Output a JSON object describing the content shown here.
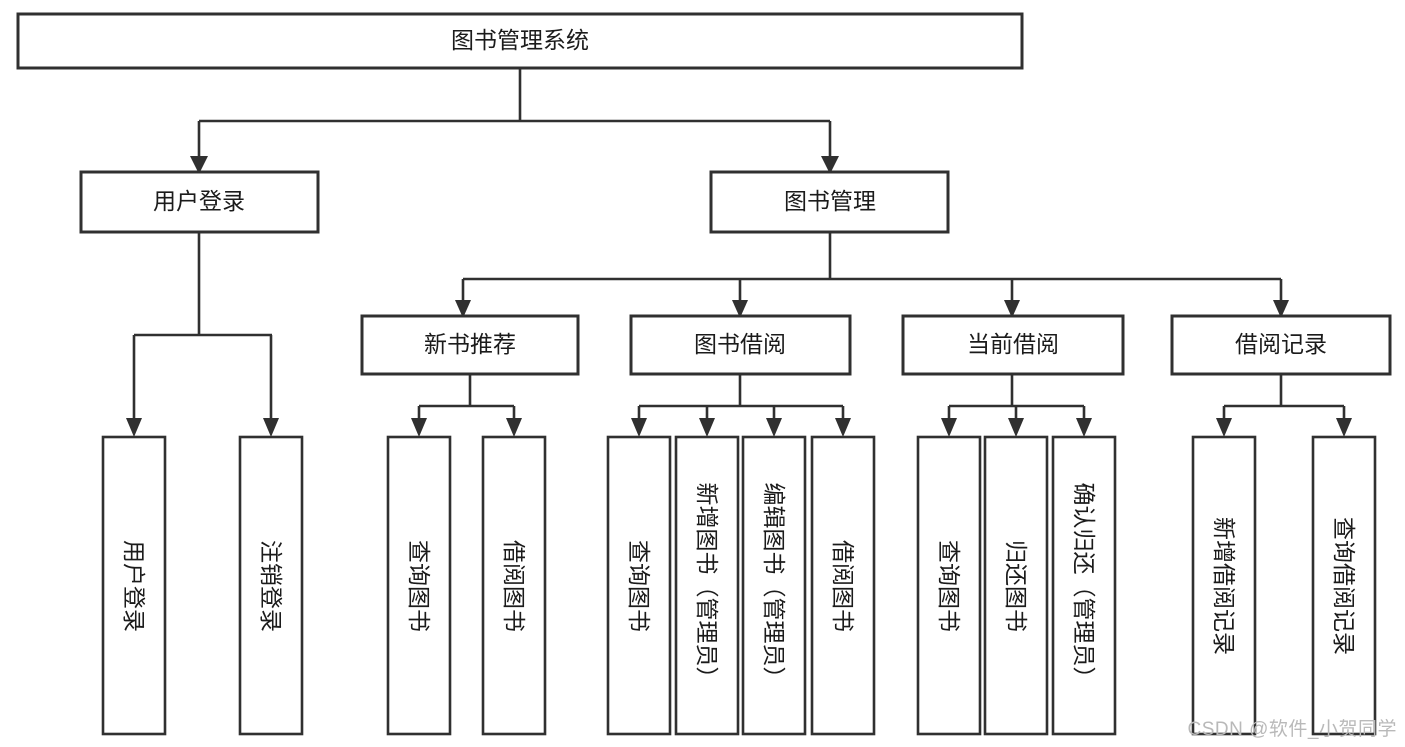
{
  "diagram": {
    "type": "tree-hierarchy-flowchart",
    "title": "图书管理系统",
    "background_color": "#ffffff",
    "line_color": "#303030",
    "box_fill": "#ffffff",
    "text_color": "#1b1b1b",
    "levels": 4,
    "root": {
      "id": "root",
      "label": "图书管理系统"
    },
    "level2": [
      {
        "id": "user-login",
        "label": "用户登录"
      },
      {
        "id": "book-management",
        "label": "图书管理"
      }
    ],
    "level3": [
      {
        "id": "new-book-recommend",
        "label": "新书推荐",
        "parent": "book-management"
      },
      {
        "id": "book-borrow",
        "label": "图书借阅",
        "parent": "book-management"
      },
      {
        "id": "current-borrow",
        "label": "当前借阅",
        "parent": "book-management"
      },
      {
        "id": "borrow-record",
        "label": "借阅记录",
        "parent": "book-management"
      }
    ],
    "leaves": {
      "user-login": [
        {
          "id": "leaf-user-login",
          "label": "用户登录"
        },
        {
          "id": "leaf-logout",
          "label": "注销登录"
        }
      ],
      "new-book-recommend": [
        {
          "id": "leaf-query-book-1",
          "label": "查询图书"
        },
        {
          "id": "leaf-borrow-book-1",
          "label": "借阅图书"
        }
      ],
      "book-borrow": [
        {
          "id": "leaf-query-book-2",
          "label": "查询图书"
        },
        {
          "id": "leaf-add-book",
          "label": "新增图书（管理员）"
        },
        {
          "id": "leaf-edit-book",
          "label": "编辑图书（管理员）"
        },
        {
          "id": "leaf-borrow-book-2",
          "label": "借阅图书"
        }
      ],
      "current-borrow": [
        {
          "id": "leaf-query-book-3",
          "label": "查询图书"
        },
        {
          "id": "leaf-return-book",
          "label": "归还图书"
        },
        {
          "id": "leaf-confirm-return",
          "label": "确认归还（管理员）"
        }
      ],
      "borrow-record": [
        {
          "id": "leaf-add-record",
          "label": "新增借阅记录"
        },
        {
          "id": "leaf-query-record",
          "label": "查询借阅记录"
        }
      ]
    }
  },
  "watermark": {
    "text": "CSDN @软件_小贺同学"
  }
}
